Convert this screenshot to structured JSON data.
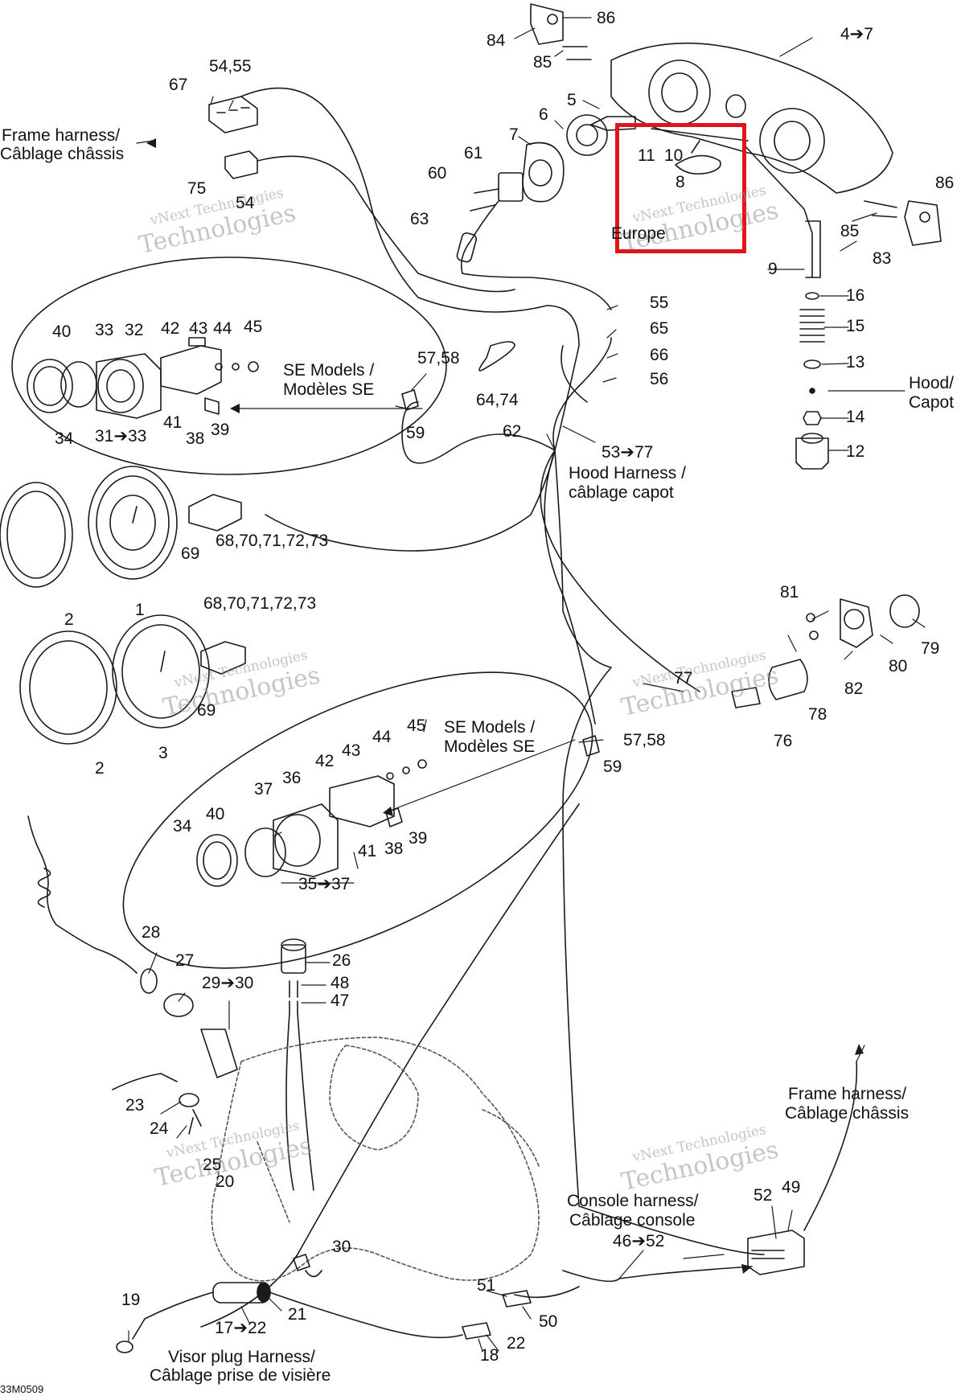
{
  "colors": {
    "highlight": "#e1141b",
    "line": "#1a1a1a",
    "watermark": "#9a9a9a"
  },
  "drawing_code": "33M0509",
  "watermark": {
    "line1": "vNext Technologies",
    "line2": "Technologies",
    "line3": "vNext"
  },
  "labels": {
    "p86a": "86",
    "p84": "84",
    "p85a": "85",
    "p4_7": "4➔7",
    "p5": "5",
    "p6": "6",
    "p7": "7",
    "p11": "11",
    "p10": "10",
    "p8": "8",
    "europe": "Europe",
    "p61": "61",
    "p60": "60",
    "p63": "63",
    "p86b": "86",
    "p85b": "85",
    "p83": "83",
    "p9": "9",
    "p16": "16",
    "p15": "15",
    "p13": "13",
    "hood_en": "Hood/",
    "hood_fr": "Capot",
    "p14": "14",
    "p12": "12",
    "p67": "67",
    "p54_55": "54,55",
    "frame_top_en": "Frame harness/",
    "frame_top_fr": "Câblage châssis",
    "p75": "75",
    "p54": "54",
    "p40a": "40",
    "p33a": "33",
    "p32": "32",
    "p42a": "42",
    "p43a": "43",
    "p44a": "44",
    "p45a": "45",
    "se_top_en": "SE Models /",
    "se_top_fr": "Modèles SE",
    "p57_58a": "57,58",
    "p64_74": "64,74",
    "p34a": "34",
    "p31_33": "31➔33",
    "p41a": "41",
    "p38a": "38",
    "p39a": "39",
    "p59a": "59",
    "p55": "55",
    "p65": "65",
    "p66": "66",
    "p56": "56",
    "p62": "62",
    "p53_77": "53➔77",
    "hoodh_en": "Hood Harness /",
    "hoodh_fr": "câblage capot",
    "p69a": "69",
    "p68_73a": "68,70,71,72,73",
    "p2a": "2",
    "p1": "1",
    "p68_73b": "68,70,71,72,73",
    "p69b": "69",
    "p2b": "2",
    "p3": "3",
    "p81": "81",
    "p79": "79",
    "p80": "80",
    "p77": "77",
    "p82": "82",
    "p78": "78",
    "p76": "76",
    "p45b": "45",
    "p44b": "44",
    "p43b": "43",
    "se_mid_en": "SE Models /",
    "se_mid_fr": "Modèles SE",
    "p57_58b": "57,58",
    "p59b": "59",
    "p42b": "42",
    "p36": "36",
    "p37": "37",
    "p40b": "40",
    "p34b": "34",
    "p41b": "41",
    "p38b": "38",
    "p39b": "39",
    "p35_37": "35➔37",
    "p28": "28",
    "p27": "27",
    "p29_30": "29➔30",
    "p26": "26",
    "p48": "48",
    "p47": "47",
    "p23": "23",
    "p24": "24",
    "p25": "25",
    "p20": "20",
    "frame_bot_en": "Frame harness/",
    "frame_bot_fr": "Câblage châssis",
    "console_en": "Console harness/",
    "console_fr": "Câblage console",
    "p46_52": "46➔52",
    "p52": "52",
    "p49": "49",
    "p30": "30",
    "p51": "51",
    "p50": "50",
    "p19": "19",
    "p21": "21",
    "p17_22": "17➔22",
    "p18": "18",
    "p22": "22",
    "visor_en": "Visor plug Harness/",
    "visor_fr": "Câblage prise de visière"
  }
}
